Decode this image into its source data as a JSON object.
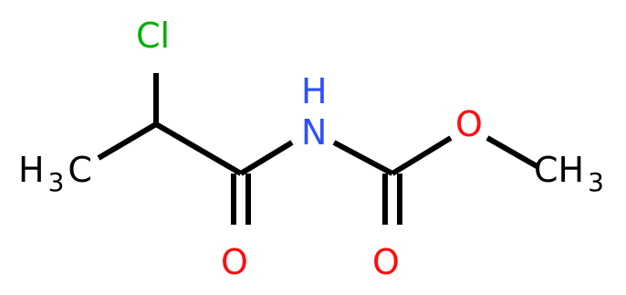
{
  "molecule": {
    "atoms": {
      "chlorine": {
        "text": "Cl",
        "color": "#00b000"
      },
      "nitrogen": {
        "h": "H",
        "n": "N",
        "color": "#3050f8"
      },
      "ester_oxygen": {
        "text": "O",
        "color": "#ff0d0d"
      },
      "amide_oxygen": {
        "text": "O",
        "color": "#ff0d0d"
      },
      "carbonyl_oxygen": {
        "text": "O",
        "color": "#ff0d0d"
      },
      "left_methyl": {
        "main": "H",
        "sub": "3",
        "tail": "C",
        "color": "#000000"
      },
      "right_methyl": {
        "main": "CH",
        "sub": "3",
        "color": "#000000"
      }
    },
    "bond_color": "#000000"
  }
}
